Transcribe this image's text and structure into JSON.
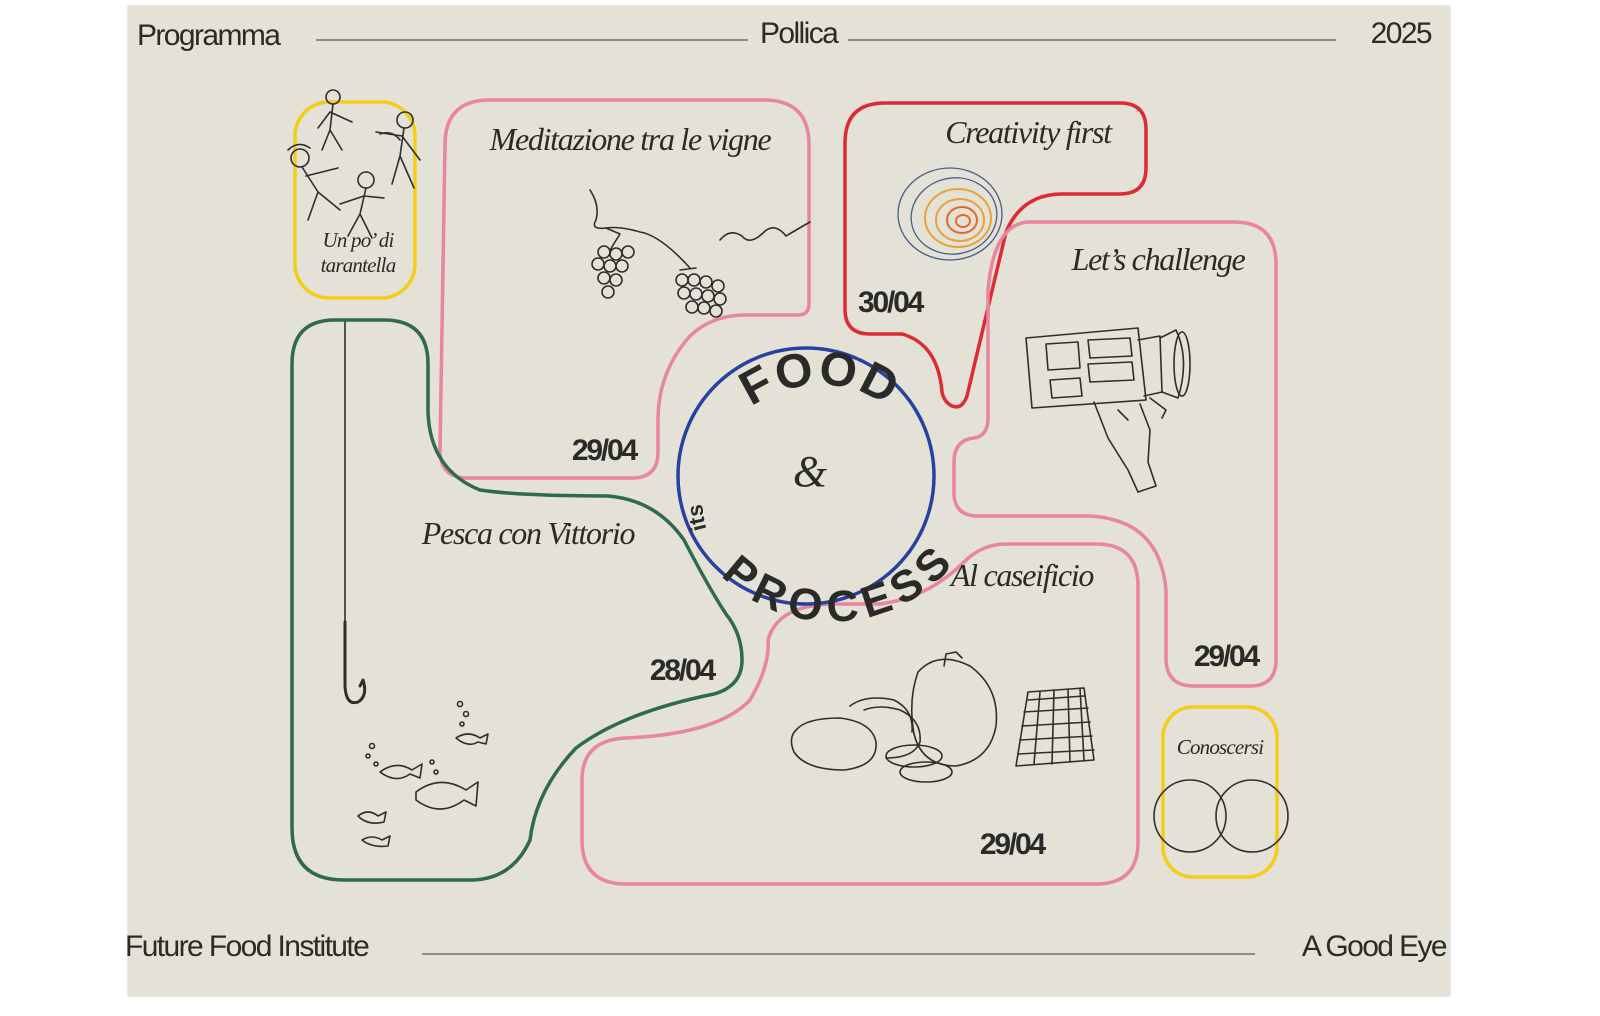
{
  "header": {
    "left": "Programma",
    "center": "Pollica",
    "right": "2025"
  },
  "footer": {
    "left": "Future Food Institute",
    "right": "A Good Eye"
  },
  "center": {
    "top_word": "FOOD",
    "ampersand": "&",
    "small_word": "its",
    "bottom_word": "PROCESS"
  },
  "events": [
    {
      "title": "Un po’ di",
      "title_line2": "tarantella",
      "color": "#f2cd1a",
      "icon": "dancers-icon"
    },
    {
      "title": "Meditazione tra le vigne",
      "date": "29/04",
      "color": "#e7869e",
      "icon": "grapes-icon"
    },
    {
      "title": "Creativity first",
      "date": "30/04",
      "color": "#de2a33",
      "icon": "scribble-icon"
    },
    {
      "title": "Let’s challenge",
      "date": "29/04",
      "color": "#e7869e",
      "icon": "camera-icon"
    },
    {
      "title": "Pesca con Vittorio",
      "date": "28/04",
      "color": "#2f6a4c",
      "icon": "fishing-icon"
    },
    {
      "title": "Al caseificio",
      "date": "29/04",
      "color": "#e7869e",
      "icon": "cheese-icon"
    },
    {
      "title": "Conoscersi",
      "color": "#f2cd1a",
      "icon": "venn-icon"
    }
  ],
  "colors": {
    "card": "#e4e1d6",
    "circle": "#2741a0",
    "text": "#2a2a28"
  }
}
